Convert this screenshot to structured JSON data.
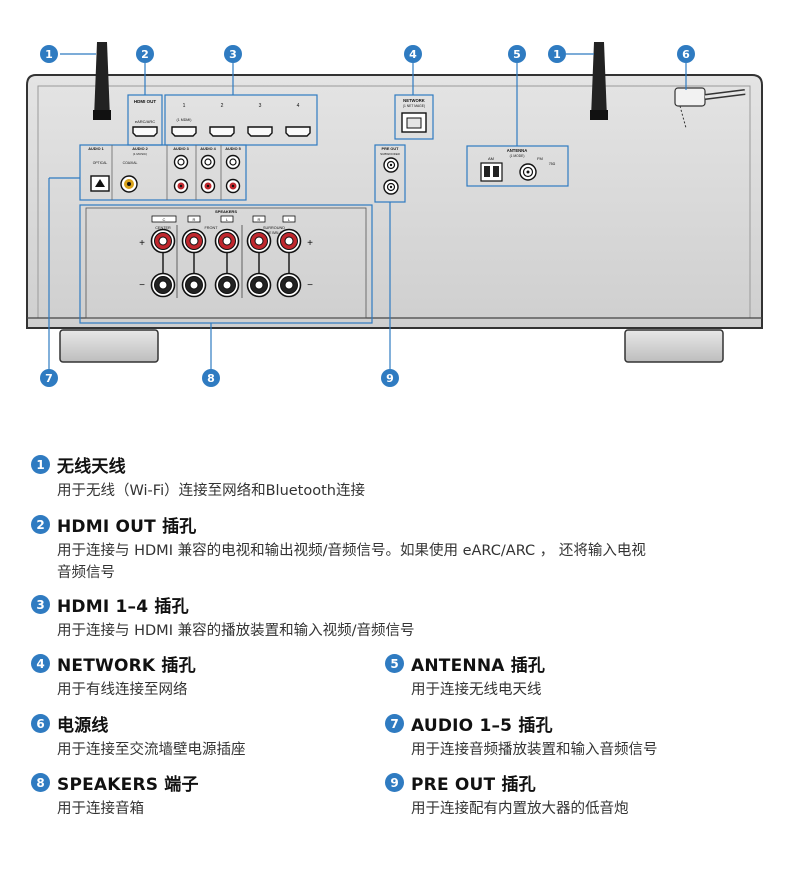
{
  "diagram": {
    "callouts": [
      "1",
      "2",
      "3",
      "4",
      "5",
      "1",
      "6",
      "7",
      "8",
      "9"
    ],
    "panel_labels": {
      "hdmi_out": "HDMI OUT",
      "earc_arc": "eARC/ARC",
      "hdmi_nums": [
        "1",
        "2",
        "3",
        "4"
      ],
      "hdmi1_note": "(1 MDMI)",
      "network": "NETWORK",
      "network_sub": "(1 NET MAGE)",
      "antenna": "ANTENNA",
      "antenna_sub": "(1 MODE)",
      "am": "AM",
      "fm": "FM",
      "ohm": "75Ω",
      "pre_out": "PRE OUT",
      "subwoofer": "SUBWOOFER",
      "audio1": "AUDIO 1",
      "optical": "OPTICAL",
      "audio2": "AUDIO 2",
      "audio2_sub": "(1 MUSIC)",
      "coaxial": "COAXIAL",
      "audio3": "AUDIO 3",
      "audio4": "AUDIO 4",
      "audio5": "AUDIO 5",
      "speakers": "SPEAKERS",
      "center": "CENTER",
      "front": "FRONT",
      "surround": "SURROUND",
      "surround_sub": "/ZONE B/BI-AMP",
      "c": "C",
      "r": "R",
      "l": "L",
      "plus": "+",
      "minus": "−"
    }
  },
  "legend": [
    {
      "num": "1",
      "title": "无线天线",
      "desc": [
        "用于无线（Wi-Fi）连接至网络和Bluetooth连接"
      ]
    },
    {
      "num": "2",
      "title": "HDMI OUT 插孔",
      "desc": [
        "用于连接与 HDMI 兼容的电视和输出视频/音频信号。如果使用 eARC/ARC ，  还将输入电视",
        "音频信号"
      ]
    },
    {
      "num": "3",
      "title": "HDMI 1–4 插孔",
      "desc": [
        "用于连接与 HDMI 兼容的播放装置和输入视频/音频信号"
      ]
    },
    {
      "num": "4",
      "title": "NETWORK 插孔",
      "desc": [
        "用于有线连接至网络"
      ]
    },
    {
      "num": "5",
      "title": "ANTENNA 插孔",
      "desc": [
        "用于连接无线电天线"
      ]
    },
    {
      "num": "6",
      "title": "电源线",
      "desc": [
        "用于连接至交流墙壁电源插座"
      ]
    },
    {
      "num": "7",
      "title": "AUDIO 1–5 插孔",
      "desc": [
        "用于连接音频播放装置和输入音频信号"
      ]
    },
    {
      "num": "8",
      "title": "SPEAKERS 端子",
      "desc": [
        "用于连接音箱"
      ]
    },
    {
      "num": "9",
      "title": "PRE OUT 插孔",
      "desc": [
        "用于连接配有内置放大器的低音炮"
      ]
    }
  ],
  "colors": {
    "badge": "#2f7bc1",
    "panel": "#d7d7d7",
    "outline": "#333333",
    "speaker_red": "#c0272d",
    "rca_yellow": "#d9a21b"
  }
}
